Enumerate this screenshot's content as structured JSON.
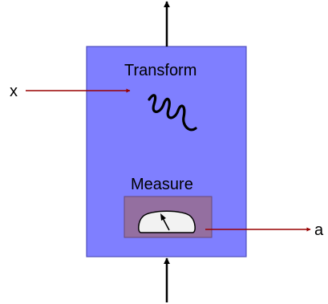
{
  "diagram": {
    "box_label_top": "Transform",
    "box_label_bottom": "Measure",
    "input_label": "x",
    "output_label": "a"
  },
  "colors": {
    "box_fill": "#7f7fff",
    "box_stroke": "#4f4fbf",
    "meter_panel_fill": "#946fa0",
    "meter_panel_stroke": "#6a4a76",
    "dial_fill": "#f2f2f2",
    "arrow_black": "#000000",
    "arrow_red": "#990000"
  },
  "icons": {
    "transform_symbol": "squiggle-icon",
    "measure_symbol": "gauge-dial-icon"
  }
}
